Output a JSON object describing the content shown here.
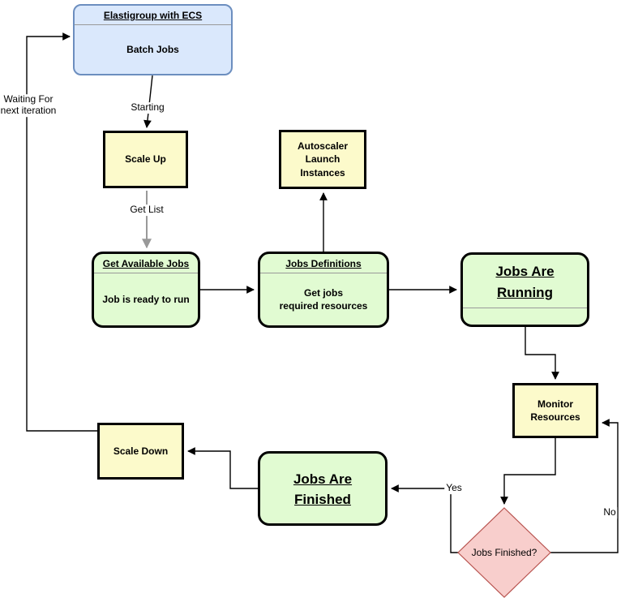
{
  "diagram": {
    "nodes": {
      "batch_jobs": {
        "title": "Elastigroup with ECS",
        "body": "Batch Jobs"
      },
      "scale_up": {
        "label": "Scale Up"
      },
      "autoscaler": {
        "label": "Autoscaler\nLaunch\nInstances"
      },
      "get_available_jobs": {
        "title": "Get Available Jobs",
        "body": "Job is ready to run"
      },
      "jobs_definitions": {
        "title": "Jobs Definitions",
        "body": "Get jobs\nrequired resources"
      },
      "jobs_are_running": {
        "title": "Jobs Are \nRunning"
      },
      "monitor_resources": {
        "label": "Monitor\nResources"
      },
      "scale_down": {
        "label": "Scale Down"
      },
      "jobs_are_finished": {
        "title": "Jobs Are \nFinished"
      },
      "jobs_finished_decision": {
        "label": "Jobs Finished?"
      }
    },
    "edge_labels": {
      "waiting": "Waiting For\nnext iteration",
      "starting": "Starting",
      "get_list": "Get List",
      "yes": "Yes",
      "no": "No"
    },
    "colors": {
      "node_blue_fill": "#DAE8FC",
      "node_blue_border": "#6C8EBF",
      "node_yellow_fill": "#FCFACB",
      "node_green_fill": "#E1FBD2",
      "node_dark_border": "#000000",
      "decision_fill": "#F8CECC",
      "decision_border": "#B85450",
      "divider_gray": "#999999",
      "edge_black": "#000000",
      "edge_gray": "#999999"
    }
  }
}
